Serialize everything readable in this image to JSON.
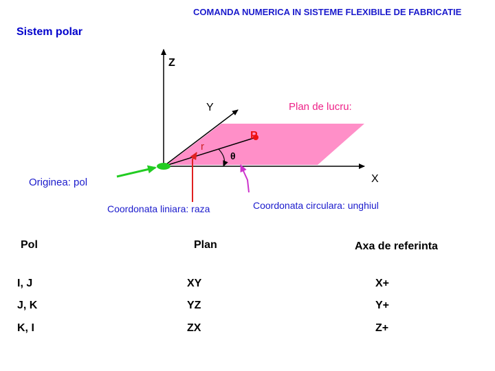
{
  "header": {
    "title": "COMANDA NUMERICA IN SISTEME FLEXIBILE DE FABRICATIE"
  },
  "section": {
    "title": "Sistem polar"
  },
  "diagram": {
    "axis_z": "Z",
    "axis_y": "Y",
    "axis_x": "X",
    "plane_label": "Plan de lucru:",
    "point_label": "P",
    "radius_label": "r",
    "angle_label": "θ",
    "origin_label": "Originea: pol",
    "linear_label": "Coordonata liniara: raza",
    "circular_label": "Coordonata circulara: unghiul",
    "colors": {
      "plane": "#ff8fc8",
      "origin_arrow": "#22cc22",
      "radius_arrow": "#e02020",
      "angle_arrow": "#cc33cc",
      "point": "#ee1111",
      "label_blue": "#1a1acc",
      "plane_label": "#ee2288"
    }
  },
  "table": {
    "headers": [
      "Pol",
      "Plan",
      "Axa de referinta"
    ],
    "rows": [
      [
        "I, J",
        "XY",
        "X+"
      ],
      [
        "J, K",
        "YZ",
        "Y+"
      ],
      [
        "K, I",
        "ZX",
        "Z+"
      ]
    ]
  }
}
